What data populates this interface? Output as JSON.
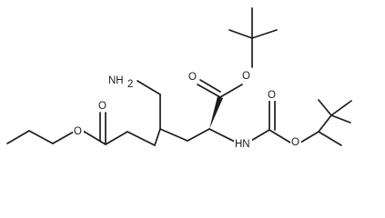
{
  "atoms": {
    "amine_nitrogen": "NH",
    "amine_h": "2",
    "ester_o_carbonyl_left": "O",
    "ester_o_ether_left": "O",
    "ester_o_carbonyl_right": "O",
    "ester_o_ether_right": "O",
    "carbamate_nh": "HN",
    "carbamate_o_carbonyl": "O",
    "carbamate_o_ether": "O"
  },
  "colors": {
    "bond": "#1c1c1c",
    "background": "#ffffff"
  }
}
